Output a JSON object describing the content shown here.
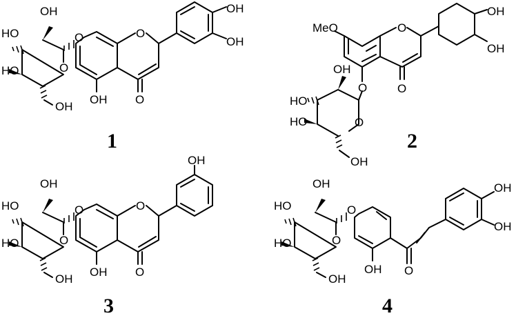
{
  "compounds": [
    {
      "number": "1",
      "labels": {
        "sugar_oh_top": "OH",
        "sugar_ho_left": "HO",
        "sugar_ho_low": "HO",
        "sugar_oh_ch2": "OH",
        "ring_o": "O",
        "glyco_o": "O",
        "ring_c_o": "O",
        "carbonyl_o": "O",
        "oh_5": "OH",
        "oh_3p": "OH",
        "oh_4p": "OH"
      }
    },
    {
      "number": "2",
      "labels": {
        "meo": "MeO",
        "ring_c_o": "O",
        "oh_3p": "OH",
        "oh_4p": "OH",
        "carbonyl_o": "O",
        "glyco_o": "O",
        "sugar_oh_top": "OH",
        "sugar_ho_left": "HO",
        "sugar_ho_low": "HO",
        "ring_o": "O",
        "sugar_oh_ch2": "OH"
      }
    },
    {
      "number": "3",
      "labels": {
        "sugar_oh_top": "OH",
        "sugar_ho_left": "HO",
        "sugar_ho_low": "HO",
        "sugar_oh_ch2": "OH",
        "ring_o": "O",
        "glyco_o": "O",
        "ring_c_o": "O",
        "carbonyl_o": "O",
        "oh_5": "OH",
        "oh_4p": "OH"
      }
    },
    {
      "number": "4",
      "labels": {
        "sugar_oh_top": "OH",
        "sugar_ho_left": "HO",
        "sugar_ho_low": "HO",
        "sugar_oh_ch2": "OH",
        "ring_o": "O",
        "glyco_o": "O",
        "oh_2": "OH",
        "carbonyl_o": "O",
        "oh_3p": "OH",
        "oh_4p": "OH"
      }
    }
  ]
}
